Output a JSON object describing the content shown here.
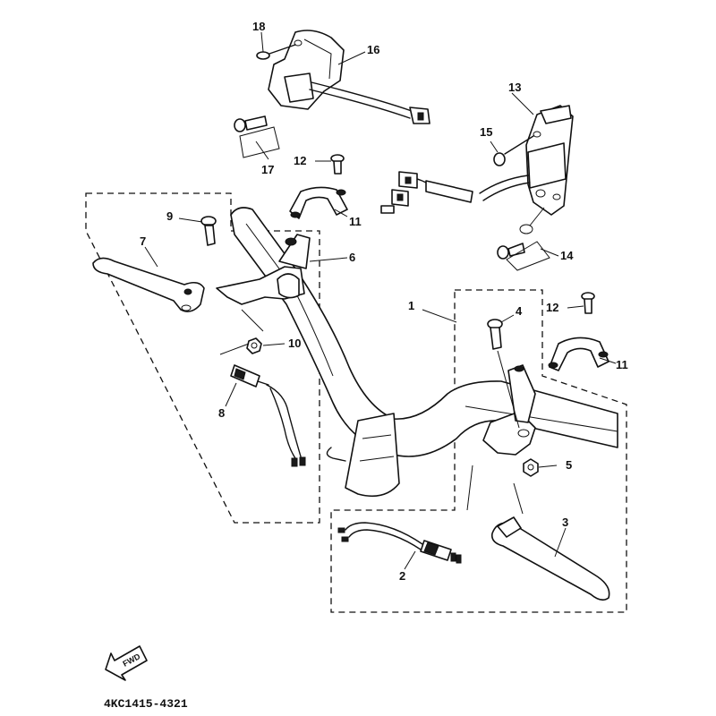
{
  "diagram": {
    "callouts": [
      {
        "id": "c1",
        "text": "1"
      },
      {
        "id": "c2",
        "text": "2"
      },
      {
        "id": "c3",
        "text": "3"
      },
      {
        "id": "c4",
        "text": "4"
      },
      {
        "id": "c5",
        "text": "5"
      },
      {
        "id": "c6",
        "text": "6"
      },
      {
        "id": "c7",
        "text": "7"
      },
      {
        "id": "c8",
        "text": "8"
      },
      {
        "id": "c9",
        "text": "9"
      },
      {
        "id": "c10",
        "text": "10"
      },
      {
        "id": "c11a",
        "text": "11"
      },
      {
        "id": "c11b",
        "text": "11"
      },
      {
        "id": "c12a",
        "text": "12"
      },
      {
        "id": "c12b",
        "text": "12"
      },
      {
        "id": "c13",
        "text": "13"
      },
      {
        "id": "c14",
        "text": "14"
      },
      {
        "id": "c15",
        "text": "15"
      },
      {
        "id": "c16",
        "text": "16"
      },
      {
        "id": "c17",
        "text": "17"
      },
      {
        "id": "c18",
        "text": "18"
      }
    ],
    "fwd_label": "FWD",
    "drawing_code": "4KC1415-4321",
    "colors": {
      "ink": "#111111",
      "paper": "#ffffff"
    }
  }
}
